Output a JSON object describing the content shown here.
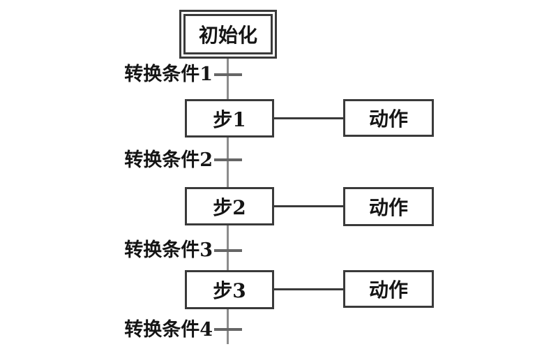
{
  "diagram": {
    "type": "sequential-function-chart",
    "initial_step": {
      "label": "初始化"
    },
    "steps": [
      {
        "label": "步1",
        "action_label": "动作"
      },
      {
        "label": "步2",
        "action_label": "动作"
      },
      {
        "label": "步3",
        "action_label": "动作"
      }
    ],
    "transitions": [
      {
        "label": "转换条件1"
      },
      {
        "label": "转换条件2"
      },
      {
        "label": "转换条件3"
      },
      {
        "label": "转换条件4"
      }
    ],
    "colors": {
      "background": "#ffffff",
      "box_border": "#3a3a3a",
      "flow_line": "#8c8c8c",
      "crossbar": "#666666",
      "connector": "#3a3a3a",
      "text": "#151515"
    }
  }
}
